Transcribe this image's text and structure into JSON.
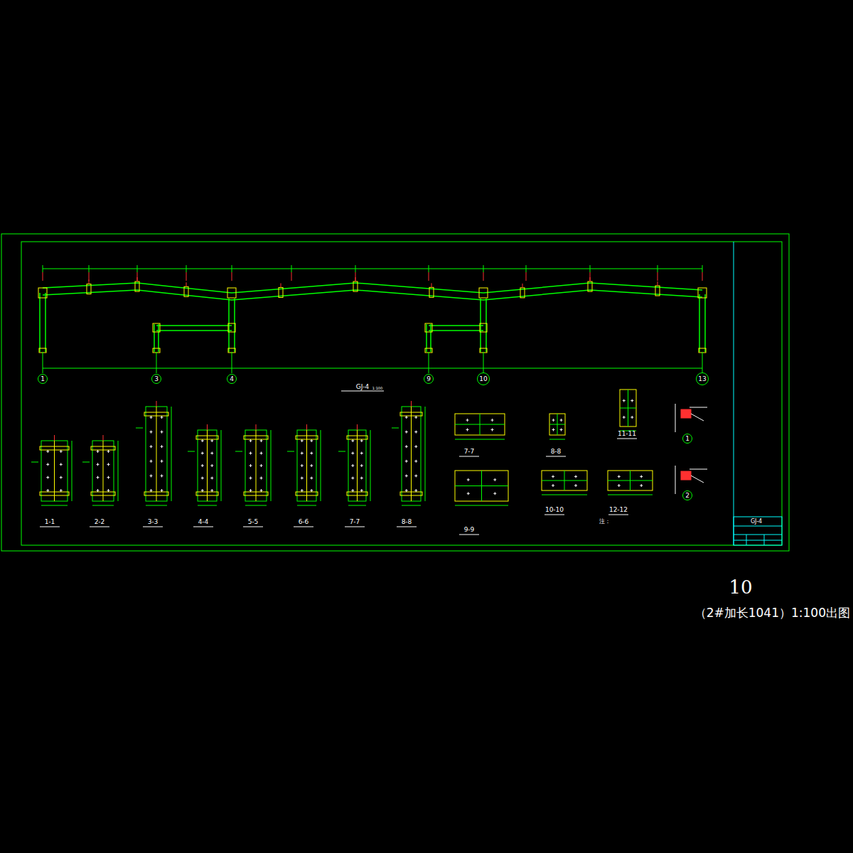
{
  "diagram": {
    "nodes": [
      {
        "text": [
          "1"
        ]
      },
      {
        "text": [
          "3"
        ]
      },
      {
        "text": [
          "4"
        ]
      },
      {
        "text": [
          "9"
        ]
      },
      {
        "text": [
          "10"
        ]
      },
      {
        "text": [
          "13"
        ]
      },
      {
        "text": [
          "1"
        ]
      },
      {
        "text": [
          "2"
        ]
      }
    ],
    "labels": [
      "GJ-4",
      "1:100",
      "1-1",
      "2-2",
      "3-3",
      "4-4",
      "5-5",
      "6-6",
      "7-7",
      "8-8",
      "7-7",
      "8-8",
      "9-9",
      "10-10",
      "11-11",
      "12-12",
      "注：",
      "GJ-4",
      "10",
      "（2#加长1041）1:100出图"
    ]
  }
}
